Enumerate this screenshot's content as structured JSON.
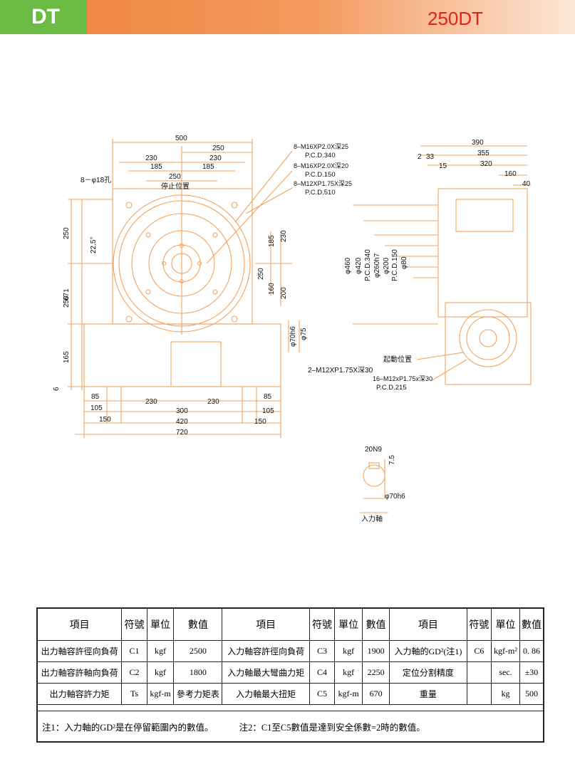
{
  "header": {
    "series": "DT",
    "model": "250DT",
    "accent": "#f0803a",
    "tab_color": "#6cbb44",
    "model_color": "#e2231a"
  },
  "drawing": {
    "line_color": "#f0a35e",
    "front": {
      "width_top": "500",
      "half_top": "250",
      "span_230": "230",
      "span_185": "185",
      "span_250": "250",
      "hole_label": "8－φ18孔",
      "stop_label": "停止位置",
      "angle": "22.5°",
      "h_671": "671",
      "h_250a": "250",
      "h_250b": "250",
      "h_165": "165",
      "h_6": "6",
      "r_230": "230",
      "r_185": "185",
      "r_250": "250",
      "r_160": "160",
      "r_200": "200",
      "shaft_70h6": "φ70h6",
      "shaft_75": "φ75",
      "b_85a": "85",
      "b_85b": "85",
      "b_105a": "105",
      "b_105b": "105",
      "b_150a": "150",
      "b_150b": "150",
      "b_230a": "230",
      "b_230b": "230",
      "b_300": "300",
      "b_420": "420",
      "b_720": "720",
      "c1a": "8–M16XP2.0X深25",
      "c1b": "P.C.D.340",
      "c2a": "8–M16XP2.0X深20",
      "c2b": "P.C.D.150",
      "c3a": "8–M12XP1.75X深25",
      "c3b": "P.C.D.510",
      "tap_bottom": "2–M12XP1.75X深30"
    },
    "side": {
      "w_390": "390",
      "w_2": "2",
      "w_33": "33",
      "w_355": "355",
      "w_15": "15",
      "w_320": "320",
      "w_160": "160",
      "w_40": "40",
      "d_460": "φ460",
      "d_420": "φ420",
      "d_pcd340": "P.C.D.340",
      "d_260": "φ260h7",
      "d_pcd150": "P.C.D.150",
      "d_200": "φ200",
      "d_80": "φ80",
      "start_label": "起動位置",
      "tap_a": "16–M12xP1.75x深30",
      "tap_b": "P.C.D.215"
    },
    "shaft": {
      "key": "20N9",
      "depth": "7.5",
      "dia": "φ70h6",
      "label": "入力軸"
    }
  },
  "table": {
    "headers": [
      "項目",
      "符號",
      "單位",
      "數值",
      "項目",
      "符號",
      "單位",
      "數值",
      "項目",
      "符號",
      "單位",
      "數值"
    ],
    "rows": [
      [
        "出力軸容許徑向負荷",
        "C1",
        "kgf",
        "2500",
        "入力軸容許徑向負荷",
        "C3",
        "kgf",
        "1900",
        "入力軸的GD²(注1)",
        "C6",
        "kgf-m²",
        "0. 86"
      ],
      [
        "出力軸容許軸向負荷",
        "C2",
        "kgf",
        "1800",
        "入力軸最大彎曲力矩",
        "C4",
        "kgf",
        "2250",
        "定位分割精度",
        "",
        "sec.",
        "±30"
      ],
      [
        "出力軸容許力矩",
        "Ts",
        "kgf-m",
        "參考力矩表",
        "入力軸最大扭矩",
        "C5",
        "kgf-m",
        "670",
        "重量",
        "",
        "kg",
        "500"
      ]
    ],
    "note1": "注1：入力軸的GD²是在停留範圍內的數值。",
    "note2": "注2：C1至C5數值是達到安全係數=2時的數值。"
  }
}
